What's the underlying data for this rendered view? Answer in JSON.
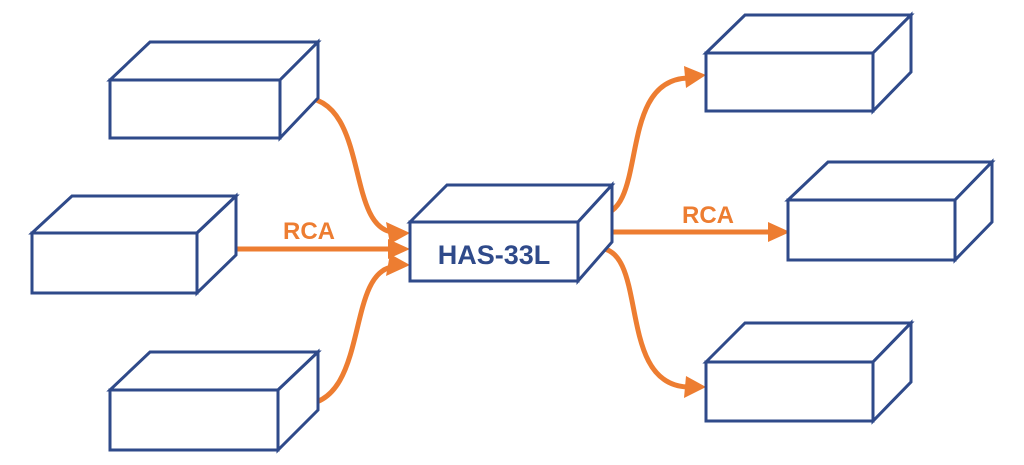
{
  "center_device": {
    "label": "HAS-33L"
  },
  "connections": {
    "input_label": "RCA",
    "output_label": "RCA"
  },
  "colors": {
    "box_stroke": "#2F4A8A",
    "arrow": "#ED7D31",
    "label": "#2F4A8A"
  }
}
